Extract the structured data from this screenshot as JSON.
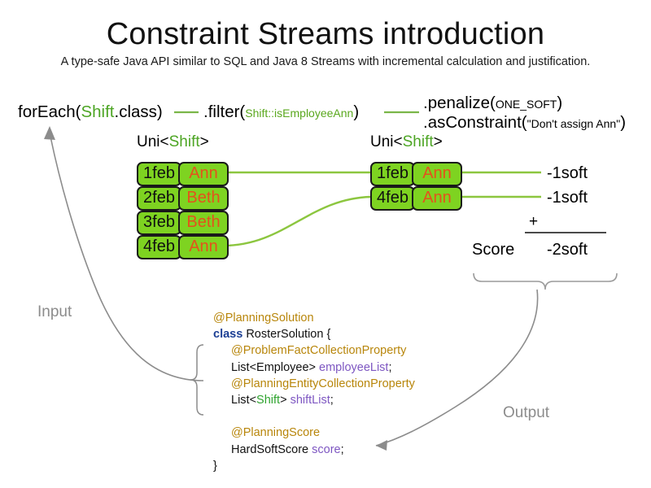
{
  "page": {
    "title": "Constraint Streams introduction",
    "subtitle": "A type-safe Java API similar to SQL and Java 8 Streams with incremental calculation and justification."
  },
  "colors": {
    "fact_fill": "#7ed321",
    "fact_border": "#1a1a1a",
    "fact_date_text": "#101010",
    "fact_name_text": "#e4521c",
    "stream_line": "#8cc63f",
    "arrow_gray": "#8c8c8c",
    "java_annotation": "#b8860b",
    "java_keyword": "#1c3f94",
    "java_field": "#7e57c2",
    "java_generic": "#2fa32f"
  },
  "pipeline": {
    "foreach": {
      "call": "forEach(",
      "arg_type": "Shift",
      "arg_rest": ".class)"
    },
    "filter": {
      "call": ".filter(",
      "arg_type": "Shift",
      "arg_rest": "::isEmployeeAnn",
      "close": ")"
    },
    "penalize": {
      "call": ".penalize(",
      "arg": "ONE_SOFT",
      "close": ")"
    },
    "as_constraint": {
      "call": ".asConstraint(",
      "arg": "\"Don't assign Ann\"",
      "close": ")"
    },
    "stream_types": [
      {
        "prefix": "Uni<",
        "generic": "Shift",
        "suffix": ">"
      },
      {
        "prefix": "Uni<",
        "generic": "Shift",
        "suffix": ">"
      }
    ]
  },
  "facts": {
    "left_stream": [
      {
        "date": "1feb",
        "employee": "Ann"
      },
      {
        "date": "2feb",
        "employee": "Beth"
      },
      {
        "date": "3feb",
        "employee": "Beth"
      },
      {
        "date": "4feb",
        "employee": "Ann"
      }
    ],
    "right_stream": [
      {
        "date": "1feb",
        "employee": "Ann"
      },
      {
        "date": "4feb",
        "employee": "Ann"
      }
    ]
  },
  "score": {
    "penalties": [
      "-1soft",
      "-1soft"
    ],
    "operator": "+",
    "label": "Score",
    "total": "-2soft"
  },
  "flow_labels": {
    "input": "Input",
    "output": "Output"
  },
  "java_source": {
    "lines": [
      {
        "indent": 0,
        "parts": [
          {
            "t": "@PlanningSolution",
            "c": "ann"
          }
        ]
      },
      {
        "indent": 0,
        "parts": [
          {
            "t": "class ",
            "c": "kw"
          },
          {
            "t": "RosterSolution {",
            "c": "type"
          }
        ]
      },
      {
        "indent": 1,
        "parts": [
          {
            "t": "@ProblemFactCollectionProperty",
            "c": "ann"
          }
        ]
      },
      {
        "indent": 1,
        "parts": [
          {
            "t": "List<Employee> ",
            "c": "type"
          },
          {
            "t": "employeeList",
            "c": "field"
          },
          {
            "t": ";",
            "c": "type"
          }
        ]
      },
      {
        "indent": 1,
        "parts": [
          {
            "t": "@PlanningEntityCollectionProperty",
            "c": "ann"
          }
        ]
      },
      {
        "indent": 1,
        "parts": [
          {
            "t": "List<",
            "c": "type"
          },
          {
            "t": "Shift",
            "c": "g"
          },
          {
            "t": "> ",
            "c": "type"
          },
          {
            "t": "shiftList",
            "c": "field"
          },
          {
            "t": ";",
            "c": "type"
          }
        ]
      },
      {
        "indent": 0,
        "parts": []
      },
      {
        "indent": 1,
        "parts": [
          {
            "t": "@PlanningScore",
            "c": "ann"
          }
        ]
      },
      {
        "indent": 1,
        "parts": [
          {
            "t": "HardSoftScore ",
            "c": "type"
          },
          {
            "t": "score",
            "c": "field"
          },
          {
            "t": ";",
            "c": "type"
          }
        ]
      },
      {
        "indent": 0,
        "parts": [
          {
            "t": "}",
            "c": "type"
          }
        ]
      }
    ]
  }
}
